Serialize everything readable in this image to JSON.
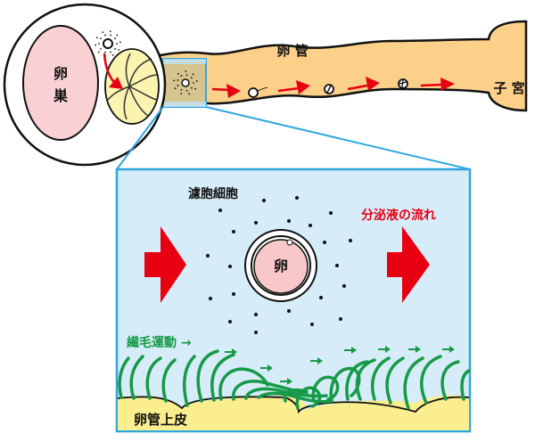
{
  "labels": {
    "ovary": [
      "卵",
      "巣"
    ],
    "oviduct": "卵 管",
    "uterus": "子 宮",
    "follicle_cells": "濾胞細胞",
    "egg": "卵",
    "secretion_flow": "分泌液の流れ",
    "ciliary_motion": "繊毛運動 →",
    "oviduct_epithelium": "卵管上皮"
  },
  "colors": {
    "ovary_fill": "#f9d0d3",
    "tube_fill": "#fdd089",
    "tube_zoom_fill": "#d6c48e",
    "infundibulum_fill": "#fbf3b0",
    "detail_bg": "#d6ecf8",
    "detail_border": "#2ea7e0",
    "epithelium_fill": "#fbee8f",
    "arrow_red": "#e60012",
    "cilia_green": "#179a48",
    "egg_fill": "#f8c7c7"
  },
  "stages_in_tube": [
    "fertilized-egg-with-sperm",
    "2-cell",
    "4-cell"
  ]
}
